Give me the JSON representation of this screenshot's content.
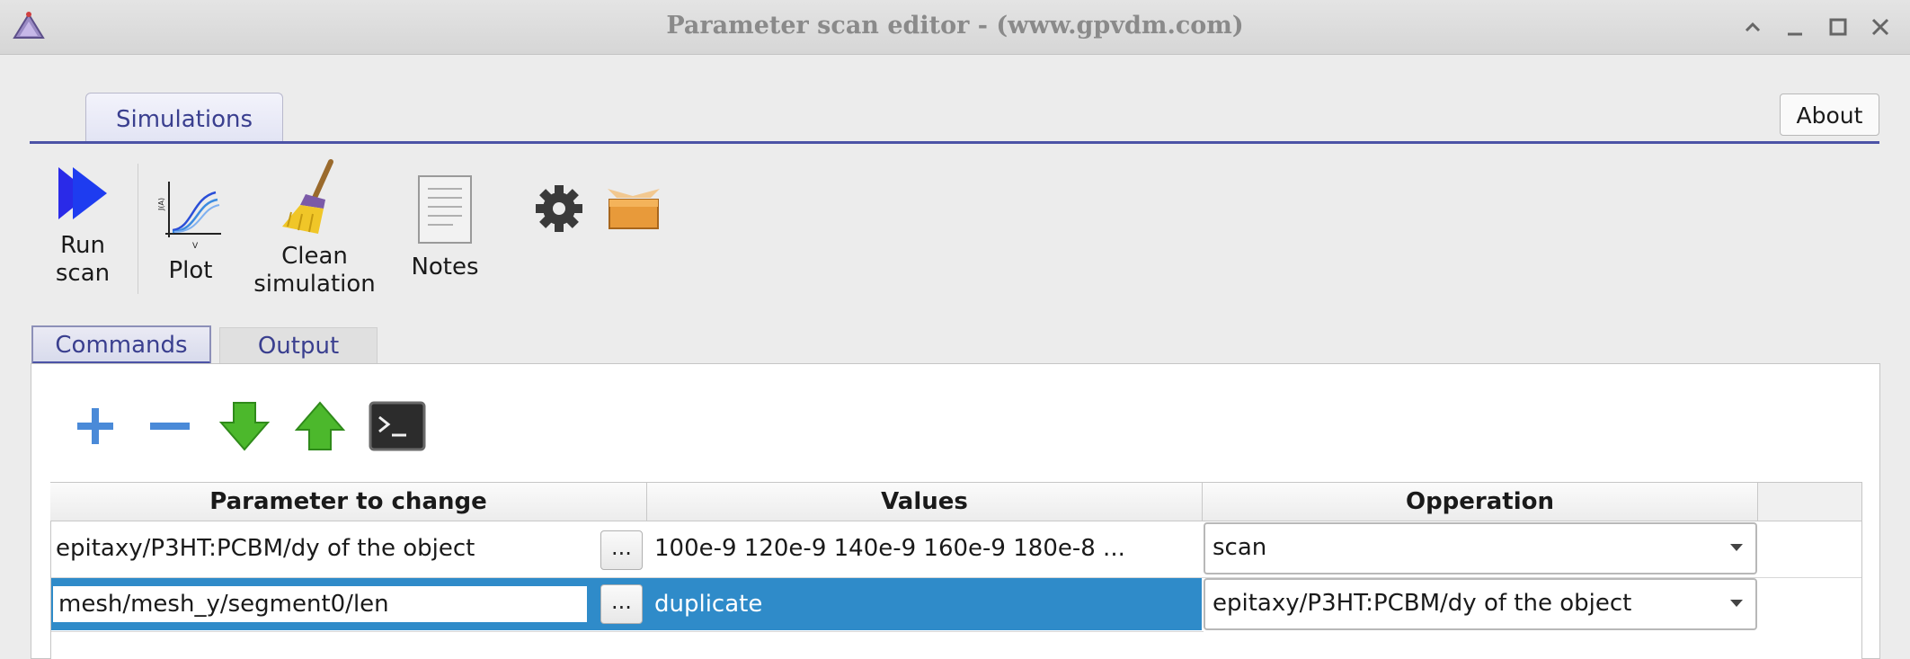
{
  "window": {
    "title": "Parameter scan editor - (www.gpvdm.com)"
  },
  "top_tabs": [
    {
      "label": "Simulations",
      "active": true
    }
  ],
  "about_button": "About",
  "ribbon": {
    "run_scan": "Run\nscan",
    "run_scan_l1": "Run",
    "run_scan_l2": "scan",
    "plot": "Plot",
    "clean_l1": "Clean",
    "clean_l2": "simulation",
    "notes": "Notes"
  },
  "sub_tabs": [
    {
      "label": "Commands",
      "active": true
    },
    {
      "label": "Output",
      "active": false
    }
  ],
  "table": {
    "headers": [
      "Parameter to change",
      "Values",
      "Opperation"
    ],
    "rows": [
      {
        "parameter": "epitaxy/P3HT:PCBM/dy of the object",
        "browse": "...",
        "values": "100e-9 120e-9 140e-9 160e-9 180e-8 ...",
        "operation": "scan",
        "selected": false
      },
      {
        "parameter": "mesh/mesh_y/segment0/len",
        "browse": "...",
        "values": "duplicate",
        "operation": "epitaxy/P3HT:PCBM/dy of the object",
        "selected": true
      }
    ]
  },
  "icons": {
    "app": "gpvdm-app-icon",
    "run_scan": "play-forward-icon",
    "plot": "jv-curve-plot-icon",
    "clean": "broom-icon",
    "notes": "document-icon",
    "settings": "gear-icon",
    "package": "open-box-icon",
    "add": "plus-icon",
    "remove": "minus-icon",
    "move_down": "arrow-down-icon",
    "move_up": "arrow-up-icon",
    "terminal": "terminal-icon"
  },
  "colors": {
    "accent": "#4c53a6",
    "selection": "#2f8bc9",
    "run_blue": "#1f2fe0"
  }
}
